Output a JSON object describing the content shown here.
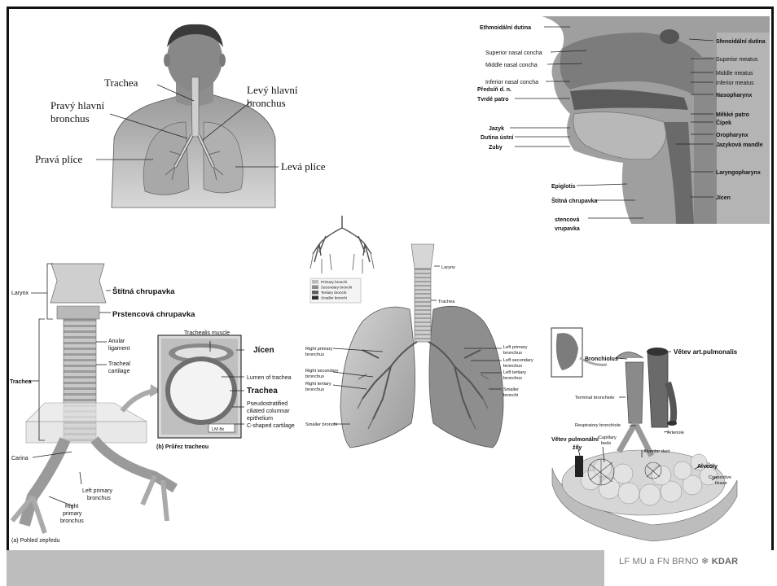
{
  "fig1": {
    "trachea": "Trachea",
    "right_main_bronchus_1": "Pravý hlavní",
    "right_main_bronchus_2": "bronchus",
    "left_main_bronchus_1": "Levý hlavní",
    "left_main_bronchus_2": "bronchus",
    "right_lung": "Pravá plíce",
    "left_lung": "Levá plíce"
  },
  "fig2": {
    "ethmoid_sinus": "Ethmoidální dutina",
    "sphenoid_sinus": "Sfenoidální dutina",
    "superior_nasal_concha": "Superior nasal concha",
    "middle_nasal_concha": "Middle nasal concha",
    "inferior_nasal_concha": "Inferior nasal concha",
    "vestibule": "Předsíň d. n.",
    "hard_palate": "Tvrdé patro",
    "superior_meatus": "Superior meatus",
    "middle_meatus": "Middle meatus",
    "inferior_meatus": "Inferior meatus",
    "nasopharynx": "Nasopharynx",
    "soft_palate": "Měkké patro",
    "uvula": "Čípek",
    "tongue": "Jazyk",
    "oral_cavity": "Dutina ústní",
    "teeth": "Zuby",
    "oropharynx": "Oropharynx",
    "lingual_tonsil": "Jazyková mandle",
    "laryngopharynx": "Laryngopharynx",
    "epiglottis": "Epiglotis",
    "thyroid_cartilage": "Štítná chrupavka",
    "esophagus": "Jícen",
    "cricoid_1": "stencová",
    "cricoid_2": "vrupavka"
  },
  "fig3": {
    "larynx": "Larynx",
    "thyroid_cartilage": "Štítná chrupavka",
    "cricoid_cartilage": "Prstencová chrupavka",
    "anular_ligament_1": "Anular",
    "anular_ligament_2": "ligament",
    "tracheal_cartilage_1": "Tracheal",
    "tracheal_cartilage_2": "cartilage",
    "trachea": "Trachea",
    "carina": "Carina",
    "left_primary_1": "Left primary",
    "left_primary_2": "bronchus",
    "right_primary_1": "Right",
    "right_primary_2": "primary",
    "right_primary_3": "bronchus",
    "caption_a": "(a) Pohled zepředu",
    "trachealis_muscle": "Trachealis muscle",
    "esophagus": "Jícen",
    "lumen": "Lumen of trachea",
    "trachea_b": "Trachea",
    "pseudo_1": "Pseudostratified",
    "pseudo_2": "ciliated columnar",
    "pseudo_3": "epithelium",
    "c_shaped": "C-shaped cartilage",
    "lm": "LM 8x",
    "caption_b": "(b) Průřez tracheou"
  },
  "fig4": {
    "legend": [
      {
        "label": "Primary bronchi",
        "color": "#bbbbbb"
      },
      {
        "label": "Secondary bronchi",
        "color": "#8c8c8c"
      },
      {
        "label": "Tertiary bronchi",
        "color": "#5e5e5e"
      },
      {
        "label": "Smaller bronchi",
        "color": "#2e2e2e"
      }
    ],
    "larynx": "Larynx",
    "trachea": "Trachea",
    "right_primary_1": "Right primary",
    "right_primary_2": "bronchus",
    "right_secondary_1": "Right secondary",
    "right_secondary_2": "bronchus",
    "right_tertiary_1": "Right tertiary",
    "right_tertiary_2": "bronchus",
    "smaller_bronchi_r": "Smaller bronchi",
    "left_primary_1": "Left primary",
    "left_primary_2": "bronchus",
    "left_secondary_1": "Left secondary",
    "left_secondary_2": "bronchus",
    "left_tertiary_1": "Left tertiary",
    "left_tertiary_2": "bronchus",
    "smaller_bronchi_l1": "Smaller",
    "smaller_bronchi_l2": "bronchi"
  },
  "fig5": {
    "bronchiolus": "Bronchiolus",
    "pulm_art_branch": "Větev art.pulmonalis",
    "terminal_bronchiole": "Terminal bronchiole",
    "respiratory_bronchiole": "Respiratory bronchiole",
    "arteriole": "Arteriole",
    "pulm_vein_1": "Větev pulmonální",
    "pulm_vein_2": "žíly",
    "capillary_1": "Capillary",
    "capillary_2": "beds",
    "alveolar_duct": "Alveolar duct",
    "alveoli": "Alveoly",
    "connective_1": "Connective",
    "connective_2": "tissue"
  },
  "footer": {
    "logo_text": "LF MU a FN BRNO",
    "logo_mark": "KDAR"
  }
}
